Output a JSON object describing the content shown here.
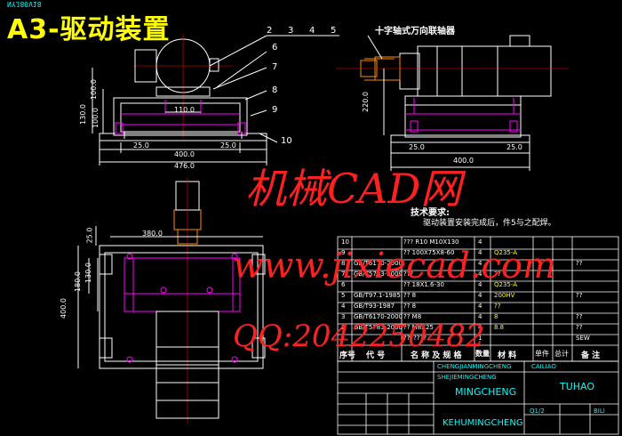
{
  "title": "A3-驱动装置",
  "title_tag": "NYJ80V18",
  "coupling_label": "十字轴式万向联轴器",
  "tech_requirements": {
    "heading": "技术要求:",
    "text": "驱动装置安装完成后，件5与之配焊。"
  },
  "watermark": {
    "line1": "机械CAD网",
    "line2": "www.jixiecad.com",
    "line3": "QQ:2042250482"
  },
  "part_numbers": [
    "2",
    "3",
    "4",
    "5",
    "6",
    "7",
    "8",
    "9",
    "10"
  ],
  "dims_front": {
    "d110": "110.0",
    "d100": "100.0",
    "d130": "130.0",
    "d100b": "100.0",
    "d25a": "25.0",
    "d25b": "25.0",
    "d400": "400.0",
    "d476": "476.0"
  },
  "dims_side": {
    "d220": "220.0",
    "d25a": "25.0",
    "d25b": "25.0",
    "d400": "400.0"
  },
  "dims_plan": {
    "d380": "380.0",
    "d25": "25.0",
    "d130": "130.0",
    "d180": "180.0",
    "d400": "400.0"
  },
  "bom_rows": [
    {
      "no": "10",
      "code": "",
      "name": "??? R10 M10X130",
      "qty": "4",
      "mat": "",
      "note": ""
    },
    {
      "no": "9",
      "code": "",
      "name": "?? 100X75X8-60",
      "qty": "4",
      "mat": "Q235-A",
      "note": ""
    },
    {
      "no": "8",
      "code": "GB/T6170-2000",
      "name": "",
      "qty": "4",
      "mat": "",
      "note": "??"
    },
    {
      "no": "7",
      "code": "GB/T5783-2000",
      "name": "???",
      "qty": "4",
      "mat": "??",
      "note": ""
    },
    {
      "no": "6",
      "code": "",
      "name": "?? 18X1.6-30",
      "qty": "4",
      "mat": "Q235-A",
      "note": ""
    },
    {
      "no": "5",
      "code": "GB/T97.1-1985",
      "name": "?? 8",
      "qty": "4",
      "mat": "200HV",
      "note": "??"
    },
    {
      "no": "4",
      "code": "GB/T93-1987",
      "name": "?? 8",
      "qty": "4",
      "mat": "??",
      "note": ""
    },
    {
      "no": "3",
      "code": "GB/T6170-2000",
      "name": "?? M8",
      "qty": "4",
      "mat": "8",
      "note": "??"
    },
    {
      "no": "2",
      "code": "GB/T5783-2000",
      "name": "?? M8X25",
      "qty": "4",
      "mat": "8.8",
      "note": "??"
    },
    {
      "no": "1",
      "code": "",
      "name": "???????",
      "qty": "1",
      "mat": "",
      "note": "SEW"
    }
  ],
  "bom_header": {
    "no": "序号",
    "code": "代 号",
    "name": "名 称 及 规 格",
    "qty": "数量",
    "mat": "材 料",
    "unit": "单件",
    "total": "总计",
    "note": "备 注"
  },
  "title_block": {
    "company": "CHENGJIANMINGCHENG",
    "design": "SHEJIEMINGCHENG",
    "unit": "CAILIAO",
    "mingcheng": "MINGCHENG",
    "tuhao": "TUHAO",
    "kehu": "KEHUMINGCHENG",
    "ratio": "BILI",
    "sheet": "Q1/2"
  }
}
